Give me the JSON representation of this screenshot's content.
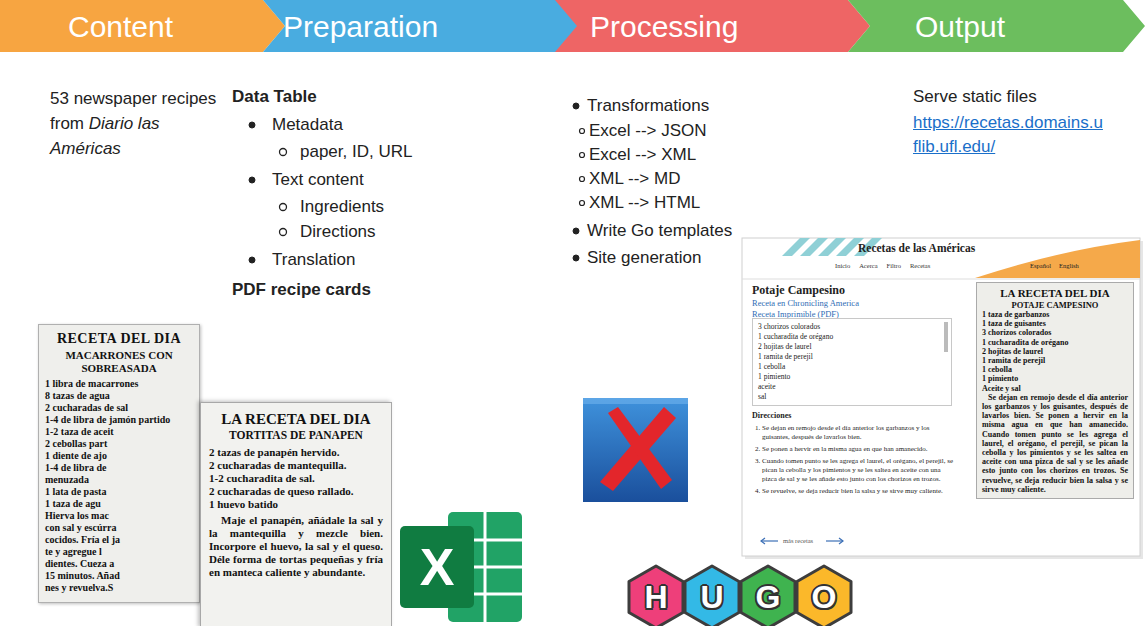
{
  "diagram": {
    "nodes": [
      {
        "text": [
          "Content"
        ]
      },
      {
        "text": [
          "Preparation"
        ]
      },
      {
        "text": [
          "Processing"
        ]
      },
      {
        "text": [
          "Output"
        ]
      }
    ],
    "labels": [
      "53 newspaper recipes from Diario las Américas",
      "Data Table",
      "Metadata",
      "paper, ID, URL",
      "Text content",
      "Ingredients",
      "Directions",
      "Translation",
      "PDF recipe cards",
      "Transformations",
      "Excel --> JSON",
      "Excel --> XML",
      "XML --> MD",
      "XML --> HTML",
      "Write Go templates",
      "Site generation",
      "Serve static files",
      "https://recetas.domains.uflib.ufl.edu/",
      "RECETA DEL DIA",
      "MACARRONES CON SOBREASADA",
      "1 libra de macarrones",
      "8 tazas de agua",
      "2 cucharadas de sal",
      "1-4 de libra de jamón partido",
      "1-2 taza de aceit",
      "2 cebollas part",
      "1 diente de ajo",
      "1-4 de libra de",
      "menuzada",
      "1 lata de pasta",
      "1 taza de agu",
      "Hierva los mac",
      "con sal y escúrra",
      "cocidos. Fría el ja",
      "te y agregue l",
      "dientes. Cueza a",
      "15 minutos. Añad",
      "nes y revuelva.S",
      "LA RECETA DEL DIA",
      "TORTITAS DE PANAPEN",
      "2 tazas de panapén hervido.",
      "2 cucharadas de mantequilla.",
      "1-2 cucharadita de sal.",
      "2 cucharadas de queso rallado.",
      "1 huevo batido",
      "Maje el panapén, añádale la sal y la mantequilla y mezcle bien. Incorpore el huevo, la sal y el queso. Déle forma de tortas pequeñas y fría en manteca caliente y abundante.",
      "X",
      "H",
      "U",
      "G",
      "O",
      "Recetas de las Américas",
      "Inicio",
      "Acerca",
      "Filtro",
      "Recetas",
      "Español",
      "English",
      "Potaje Campesino",
      "Receta en Chronicling America",
      "Receta Imprimible (PDF)",
      "3 chorizos colorados",
      "1 cucharadita de orégano",
      "2 hojitas de laurel",
      "1 ramita de perejil",
      "1 cebolla",
      "1 pimiento",
      "aceite",
      "sal",
      "Direcciones",
      "1. Se dejan en remojo desde el día anterior los garbanzos y los guisantes, después de lavarlos bien.",
      "2. Se ponen a hervir en la misma agua en que han amanecido.",
      "3. Cuando tomen punto se les agrega el laurel, el orégano, el perejil, se pican la cebolla y los pimientos y se les saltea en aceite con una pizca de sal y se les añade esto junto con los chorizos en trozos.",
      "4. Se revuelve, se deja reducir bien la salsa y se sirve muy caliente.",
      "más recetas",
      "LA RECETA DEL DIA",
      "POTAJE CAMPESINO",
      "1 taza de garbanzos",
      "1 taza de guisantes",
      "3 chorizos colorados",
      "1 cucharadita de orégano",
      "2 hojitas de laurel",
      "1 ramita de perejil",
      "1 cebolla",
      "1 pimiento",
      "Aceite y sal",
      "Se dejan en remojo desde el día anterior los garbanzos y los guisantes, después de lavarlos bien. Se ponen a hervir en la misma agua en que han amanecido. Cuando tomen punto se les agrega el laurel, el orégano, el perejil, se pican la cebolla y los pimientos y se les saltea en aceite con una pizca de sal y se les añade esto junto con los chorizos en trozos. Se revuelve, se deja reducir bien la salsa y se sirve muy caliente."
    ]
  }
}
